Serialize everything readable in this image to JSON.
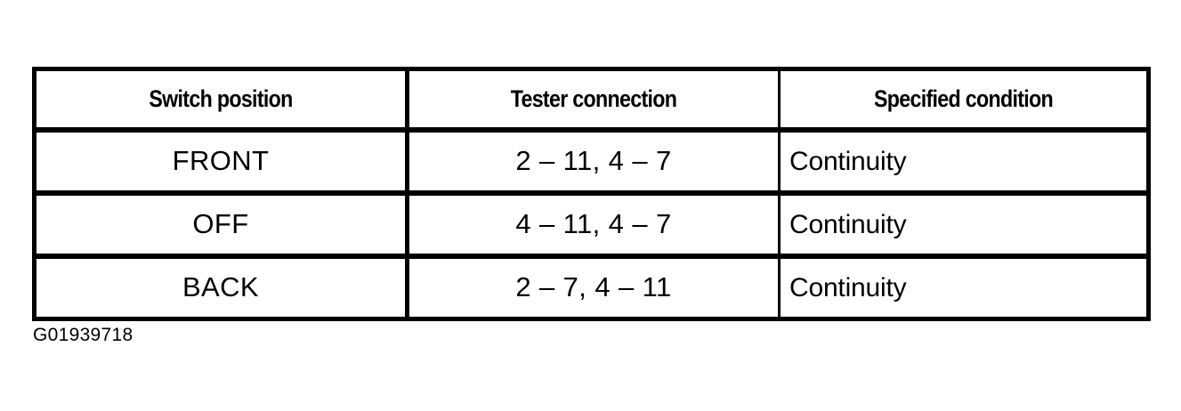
{
  "table": {
    "headers": [
      "Switch position",
      "Tester connection",
      "Specified condition"
    ],
    "rows": [
      {
        "switch_position": "FRONT",
        "tester_connection": "2 – 11,  4 – 7",
        "specified_condition": "Continuity"
      },
      {
        "switch_position": "OFF",
        "tester_connection": "4 – 11,  4 – 7",
        "specified_condition": "Continuity"
      },
      {
        "switch_position": "BACK",
        "tester_connection": "2 – 7,  4 – 11",
        "specified_condition": "Continuity"
      }
    ]
  },
  "caption": {
    "figure_id": "G01939718"
  },
  "colors": {
    "border": "#000000",
    "background": "#ffffff",
    "text": "#000000"
  }
}
